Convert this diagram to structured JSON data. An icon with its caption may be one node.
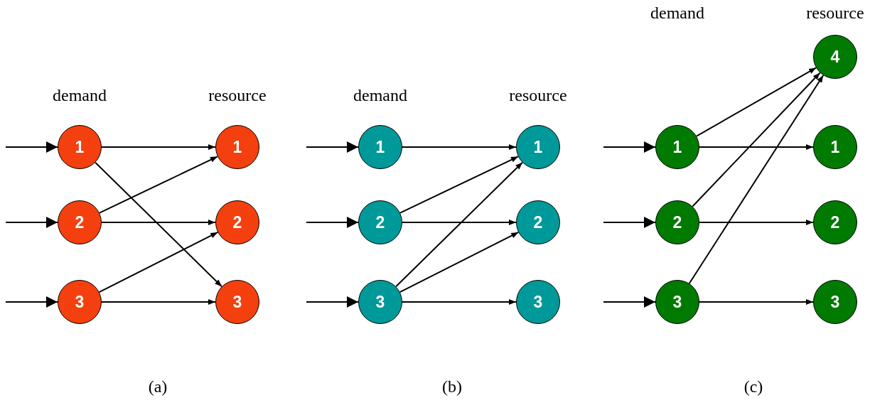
{
  "diagram": {
    "nodes": [
      {
        "text": [
          "1"
        ]
      },
      {
        "text": [
          "2"
        ]
      },
      {
        "text": [
          "3"
        ]
      },
      {
        "text": [
          "1"
        ]
      },
      {
        "text": [
          "2"
        ]
      },
      {
        "text": [
          "3"
        ]
      },
      {
        "text": [
          "1"
        ]
      },
      {
        "text": [
          "2"
        ]
      },
      {
        "text": [
          "3"
        ]
      },
      {
        "text": [
          "1"
        ]
      },
      {
        "text": [
          "2"
        ]
      },
      {
        "text": [
          "3"
        ]
      },
      {
        "text": [
          "1"
        ]
      },
      {
        "text": [
          "2"
        ]
      },
      {
        "text": [
          "3"
        ]
      },
      {
        "text": [
          "4"
        ]
      },
      {
        "text": [
          "1"
        ]
      },
      {
        "text": [
          "2"
        ]
      },
      {
        "text": [
          "3"
        ]
      }
    ],
    "edges": [
      {
        "from": null,
        "to": 0,
        "arrow": "to"
      },
      {
        "from": null,
        "to": 1,
        "arrow": "to"
      },
      {
        "from": null,
        "to": 2,
        "arrow": "to"
      },
      {
        "from": 0,
        "to": 3,
        "arrow": "to"
      },
      {
        "from": 0,
        "to": 5,
        "arrow": "to"
      },
      {
        "from": 1,
        "to": 3,
        "arrow": "to"
      },
      {
        "from": 1,
        "to": 4,
        "arrow": "to"
      },
      {
        "from": 2,
        "to": 4,
        "arrow": "to"
      },
      {
        "from": 2,
        "to": 5,
        "arrow": "to"
      },
      {
        "from": null,
        "to": 6,
        "arrow": "to"
      },
      {
        "from": null,
        "to": 7,
        "arrow": "to"
      },
      {
        "from": null,
        "to": 8,
        "arrow": "to"
      },
      {
        "from": 6,
        "to": 9,
        "arrow": "to"
      },
      {
        "from": 7,
        "to": 9,
        "arrow": "to"
      },
      {
        "from": 7,
        "to": 10,
        "arrow": "to"
      },
      {
        "from": 8,
        "to": 9,
        "arrow": "to"
      },
      {
        "from": 8,
        "to": 10,
        "arrow": "to"
      },
      {
        "from": 8,
        "to": 11,
        "arrow": "to"
      },
      {
        "from": null,
        "to": 12,
        "arrow": "to"
      },
      {
        "from": null,
        "to": 13,
        "arrow": "to"
      },
      {
        "from": null,
        "to": 14,
        "arrow": "to"
      },
      {
        "from": 12,
        "to": 15,
        "arrow": "to"
      },
      {
        "from": 12,
        "to": 16,
        "arrow": "to"
      },
      {
        "from": 13,
        "to": 15,
        "arrow": "to"
      },
      {
        "from": 13,
        "to": 17,
        "arrow": "to"
      },
      {
        "from": 14,
        "to": 15,
        "arrow": "to"
      },
      {
        "from": 14,
        "to": 18,
        "arrow": "to"
      }
    ],
    "labels": [
      "demand",
      "resource",
      "demand",
      "resource",
      "demand",
      "resource",
      "(a)",
      "(b)",
      "(c)"
    ]
  }
}
